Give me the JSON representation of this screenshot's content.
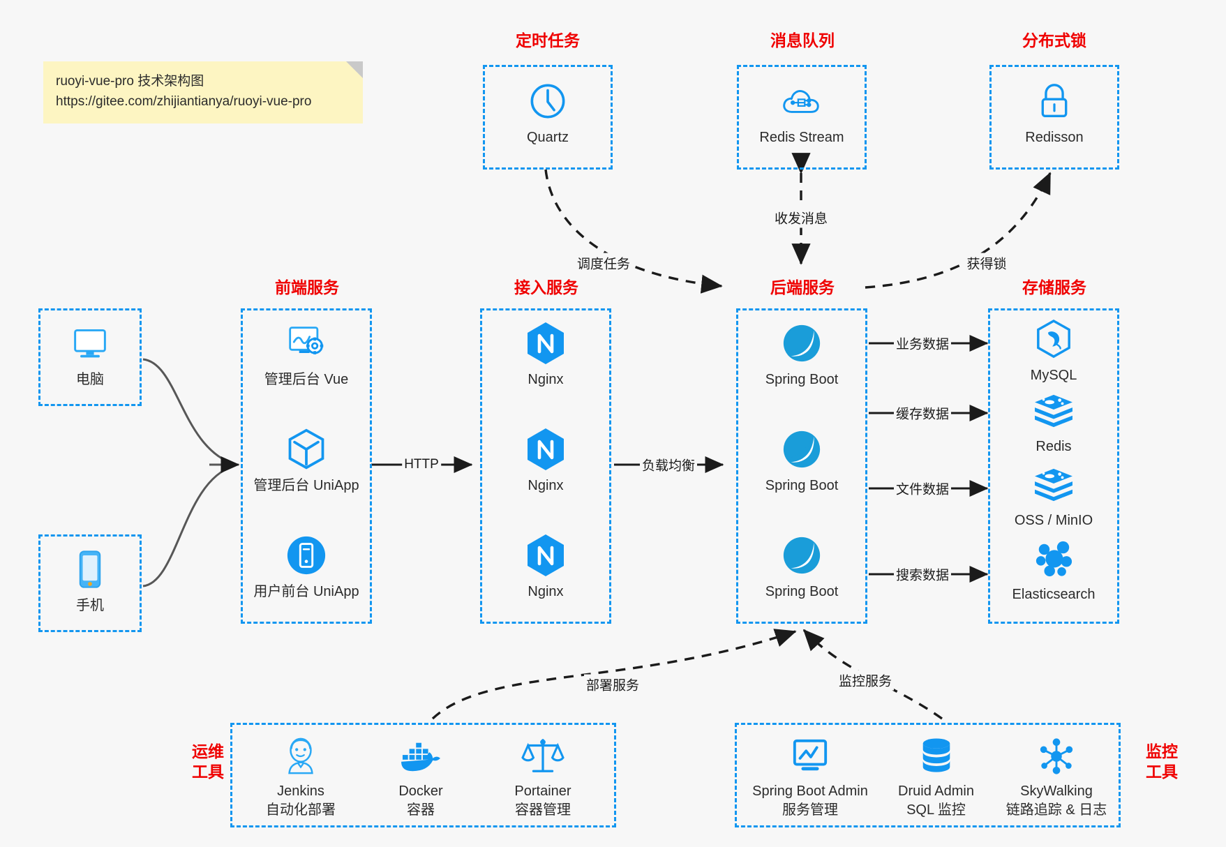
{
  "note": {
    "line1": "ruoyi-vue-pro 技术架构图",
    "line2": "https://gitee.com/zhijiantianya/ruoyi-vue-pro"
  },
  "colors": {
    "accent_blue": "#1296f0",
    "icon_blue": "#1a9dd9",
    "title_red": "#ef0000",
    "background": "#f7f7f7",
    "edge": "#1b1b1b"
  },
  "groups": {
    "scheduler": {
      "title": "定时任务",
      "items": [
        {
          "label": "Quartz",
          "icon": "clock-icon"
        }
      ]
    },
    "mq": {
      "title": "消息队列",
      "items": [
        {
          "label": "Redis Stream",
          "icon": "cloud-stream-icon"
        }
      ]
    },
    "lock": {
      "title": "分布式锁",
      "items": [
        {
          "label": "Redisson",
          "icon": "lock-icon"
        }
      ]
    },
    "clients": {
      "title": "",
      "items": [
        {
          "label": "电脑",
          "icon": "desktop-icon"
        },
        {
          "label": "手机",
          "icon": "mobile-icon"
        }
      ]
    },
    "frontend": {
      "title": "前端服务",
      "items": [
        {
          "label": "管理后台 Vue",
          "icon": "vue-dashboard-icon"
        },
        {
          "label": "管理后台 UniApp",
          "icon": "uniapp-cube-icon"
        },
        {
          "label": "用户前台 UniApp",
          "icon": "uniapp-phone-icon"
        }
      ]
    },
    "gateway": {
      "title": "接入服务",
      "items": [
        {
          "label": "Nginx",
          "icon": "nginx-icon"
        },
        {
          "label": "Nginx",
          "icon": "nginx-icon"
        },
        {
          "label": "Nginx",
          "icon": "nginx-icon"
        }
      ]
    },
    "backend": {
      "title": "后端服务",
      "items": [
        {
          "label": "Spring Boot",
          "icon": "spring-boot-icon"
        },
        {
          "label": "Spring Boot",
          "icon": "spring-boot-icon"
        },
        {
          "label": "Spring Boot",
          "icon": "spring-boot-icon"
        }
      ]
    },
    "storage": {
      "title": "存储服务",
      "items": [
        {
          "label": "MySQL",
          "icon": "mysql-icon"
        },
        {
          "label": "Redis",
          "icon": "redis-icon"
        },
        {
          "label": "OSS / MinIO",
          "icon": "oss-icon"
        },
        {
          "label": "Elasticsearch",
          "icon": "elasticsearch-icon"
        }
      ]
    },
    "devops": {
      "title": "运维\n工具",
      "title_line1": "运维",
      "title_line2": "工具",
      "items": [
        {
          "label": "Jenkins",
          "sub": "自动化部署",
          "icon": "jenkins-icon"
        },
        {
          "label": "Docker",
          "sub": "容器",
          "icon": "docker-icon"
        },
        {
          "label": "Portainer",
          "sub": "容器管理",
          "icon": "portainer-icon"
        }
      ]
    },
    "monitor": {
      "title_line1": "监控",
      "title_line2": "工具",
      "items": [
        {
          "label": "Spring Boot Admin",
          "sub": "服务管理",
          "icon": "monitor-chart-icon"
        },
        {
          "label": "Druid Admin",
          "sub": "SQL 监控",
          "icon": "database-icon"
        },
        {
          "label": "SkyWalking",
          "sub": "链路追踪 & 日志",
          "icon": "skywalking-icon"
        }
      ]
    }
  },
  "edges": [
    {
      "id": "http",
      "label": "HTTP",
      "from": "frontend",
      "to": "gateway"
    },
    {
      "id": "lb",
      "label": "负载均衡",
      "from": "gateway",
      "to": "backend"
    },
    {
      "id": "schedule",
      "label": "调度任务",
      "from": "scheduler",
      "to": "backend"
    },
    {
      "id": "message",
      "label": "收发消息",
      "from": "mq",
      "to": "backend"
    },
    {
      "id": "getlock",
      "label": "获得锁",
      "from": "backend",
      "to": "lock"
    },
    {
      "id": "biz-data",
      "label": "业务数据",
      "from": "backend",
      "to": "storage"
    },
    {
      "id": "cache-data",
      "label": "缓存数据",
      "from": "backend",
      "to": "storage"
    },
    {
      "id": "file-data",
      "label": "文件数据",
      "from": "backend",
      "to": "storage"
    },
    {
      "id": "search-data",
      "label": "搜索数据",
      "from": "backend",
      "to": "storage"
    },
    {
      "id": "deploy",
      "label": "部署服务",
      "from": "devops",
      "to": "backend"
    },
    {
      "id": "observe",
      "label": "监控服务",
      "from": "monitor",
      "to": "backend"
    }
  ]
}
